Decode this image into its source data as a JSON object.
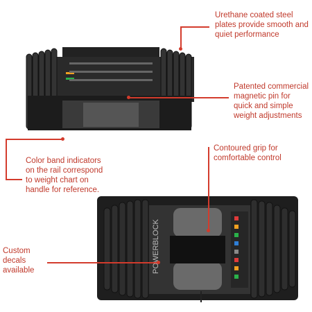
{
  "callouts": [
    {
      "text": "Urethane coated steel plates provide smooth and quiet performance"
    },
    {
      "text": "Patented commercial magnetic pin for quick and simple weight adjustments"
    },
    {
      "text": "Color band indicators on the rail correspond to weight chart on handle for reference."
    },
    {
      "text": "Contoured grip for comfortable control"
    },
    {
      "text": "Custom decals available"
    }
  ],
  "decal_text": "POWERBLOCK",
  "band_colors": [
    "#e03a3a",
    "#f0a020",
    "#2ab24a",
    "#2f7fd6",
    "#8a8a8a"
  ],
  "accent_color": "#d33b2c"
}
